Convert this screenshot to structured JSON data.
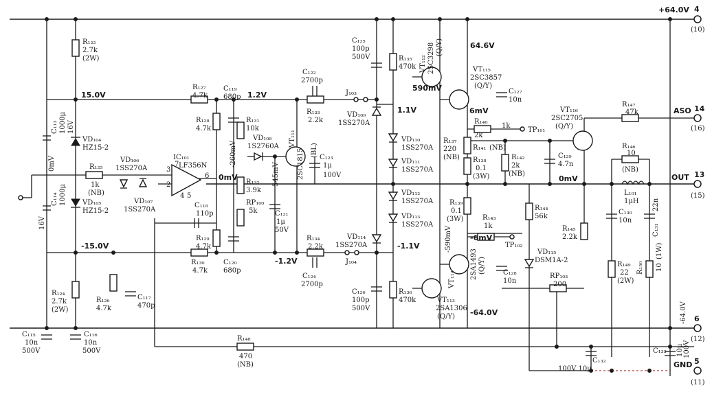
{
  "rails": {
    "pos_supply": "+64.0V",
    "neg_supply": "-64.0V",
    "pos_15": "15.0V",
    "neg_15": "-15.0V",
    "pos_1v2": "1.2V",
    "neg_1v2": "-1.2V",
    "pos_1v1": "1.1V",
    "neg_1v1": "-1.1V",
    "v64": "64.6V",
    "vneg64": "-64.0V",
    "mv590": "590mV",
    "mvneg590": "-590mV",
    "mv6": "6mV",
    "mvneg6": "-6mV",
    "mv0": "0mV",
    "mv0b": "0mV",
    "mv0c": "0mV",
    "mvneg260": "-260mV",
    "mv545": "545mV"
  },
  "terminals": {
    "t4": "4",
    "t4b": "(10)",
    "t14": "14",
    "t14b": "(16)",
    "t13": "13",
    "t13b": "(15)",
    "t6": "6",
    "t6b": "(12)",
    "t5": "5",
    "t5b": "(11)",
    "aso": "ASO",
    "out": "OUT",
    "gnd": "GND"
  },
  "components": {
    "r122": [
      "R₁₂₂",
      "2.7k",
      "(2W)"
    ],
    "r124": [
      "R₁₂₄",
      "2.7k",
      "(2W)"
    ],
    "c113": [
      "C₁₁₃",
      "1000μ",
      "16V"
    ],
    "c114": [
      "C₁₁₄",
      "1000μ",
      "16V"
    ],
    "vd104": [
      "VD₁₀₄",
      "HZ15-2"
    ],
    "vd105": [
      "VD₁₀₅",
      "HZ15-2"
    ],
    "c115": [
      "C₁₁₅",
      "10n",
      "500V"
    ],
    "c116": [
      "C₁₁₆",
      "10n",
      "500V"
    ],
    "r125": [
      "R₁₂₅",
      "1k",
      "(NB)"
    ],
    "vd106": [
      "VD₁₀₆",
      "1SS270A"
    ],
    "vd107": [
      "VD₁₀₇",
      "1SS270A"
    ],
    "r126": [
      "R₁₂₆",
      "4.7k"
    ],
    "c117": [
      "C₁₁₇",
      "470p"
    ],
    "ic101": [
      "IC₁₀₁",
      "LF356N"
    ],
    "r127": [
      "R₁₂₇",
      "4.7k"
    ],
    "r128": [
      "R₁₂₈",
      "4.7k"
    ],
    "r129": [
      "R₁₂₉",
      "4.7k"
    ],
    "r130": [
      "R₁₃₀",
      "4.7k"
    ],
    "c118": [
      "C₁₁₈",
      "110p"
    ],
    "c119": [
      "C₁₁₉",
      "680p"
    ],
    "c120": [
      "C₁₂₀",
      "680p"
    ],
    "r131": [
      "R₁₃₁",
      "10k"
    ],
    "vd108": [
      "VD₁₀₈",
      "1S2760A"
    ],
    "r132": [
      "R₁₃₂",
      "3.9k"
    ],
    "rp100": [
      "RP₁₀₀",
      "5k"
    ],
    "c121": [
      "C₁₂₁",
      "1μ",
      "50V"
    ],
    "vt111": [
      "VT₁₁₁",
      "2SC1815",
      "(BL)"
    ],
    "c122": [
      "C₁₂₂",
      "2700p"
    ],
    "c124": [
      "C₁₂₄",
      "2700p"
    ],
    "r133": [
      "R₁₃₃",
      "2.2k"
    ],
    "r134": [
      "R₁₃₄",
      "2.2k"
    ],
    "c123": [
      "C₁₂₃",
      "1μ",
      "100V"
    ],
    "j103": "J₁₀₃",
    "j104": "J₁₀₄",
    "vd109": [
      "VD₁₀₉",
      "1SS270A"
    ],
    "vd114": [
      "VD₁₁₄",
      "1SS270A"
    ],
    "c125": [
      "C₁₂₅",
      "100p",
      "500V"
    ],
    "c126": [
      "C₁₂₆",
      "100p",
      "500V"
    ],
    "r135": [
      "R₁₃₅",
      "470k"
    ],
    "r136": [
      "R₁₃₆",
      "470k"
    ],
    "vd110": [
      "VD₁₁₀",
      "1SS270A"
    ],
    "vd111": [
      "VD₁₁₁",
      "1SS270A"
    ],
    "vd112": [
      "VD₁₁₂",
      "1SS270A"
    ],
    "vd113": [
      "VD₁₁₃",
      "1SS270A"
    ],
    "r137": [
      "R₁₃₇",
      "220",
      "(NB)"
    ],
    "vt112": [
      "VT₁₁₂",
      "2SC3298",
      "(Q/Y)"
    ],
    "vt113": [
      "VT₁₁₃",
      "2SA1306",
      "(Q/Y)"
    ],
    "vt114": [
      "VT₁₁₄",
      "2SA1493",
      "(Q/Y)"
    ],
    "vt115": [
      "VT₁₁₅",
      "2SC3857",
      "(Q/Y)"
    ],
    "vt116": [
      "VT₁₁₆",
      "2SC2705",
      "(Q/Y)"
    ],
    "c127": [
      "C₁₂₇",
      "10n"
    ],
    "c128": [
      "C₁₂₈",
      "10n"
    ],
    "c129": [
      "C₁₂₉",
      "4.7n"
    ],
    "c130": [
      "C₁₃₀",
      "10n"
    ],
    "c131": [
      "C₁₃₁",
      "22n"
    ],
    "c132": [
      "C₁₃₂",
      "100V 10μ"
    ],
    "c133": [
      "C₁₃₃",
      "10μ",
      "100V"
    ],
    "r138": [
      "R₁₃₈",
      "0.1",
      "(3W)"
    ],
    "r139": [
      "R₁₃₉",
      "0.1",
      "(3W)"
    ],
    "r140": [
      "R₁₄₀",
      "2k"
    ],
    "r141": [
      "R₁₄₁",
      "(NB)"
    ],
    "r142": [
      "R₁₄₂",
      "2k",
      "(NB)"
    ],
    "r143": [
      "R₁₄₃",
      "1k"
    ],
    "r144": [
      "R₁₄₄",
      "56k"
    ],
    "r145": [
      "R₁₄₅",
      "2.2k"
    ],
    "r146": [
      "R₁₄₆",
      "10",
      "(NB)"
    ],
    "r147": [
      "R₁₄₇",
      "47k"
    ],
    "r148": [
      "R₁₄₈",
      "470",
      "(NB)"
    ],
    "r149": [
      "R₁₄₉",
      "22",
      "(2W)"
    ],
    "r150": [
      "R₁₅₀",
      "10",
      "(1W)"
    ],
    "l101": [
      "L₁₀₁",
      "1μH"
    ],
    "vd115": [
      "VD₁₁₅",
      "DSM1A-2"
    ],
    "rp103": [
      "RP₁₀₃",
      "200"
    ],
    "tp101": "TP₁₀₁",
    "tp102": "TP₁₀₂",
    "k1": "1k",
    "pin2": "2",
    "pin3": "3",
    "pin4": "4",
    "pin5": "5",
    "pin6": "6",
    "pin7": "7"
  }
}
